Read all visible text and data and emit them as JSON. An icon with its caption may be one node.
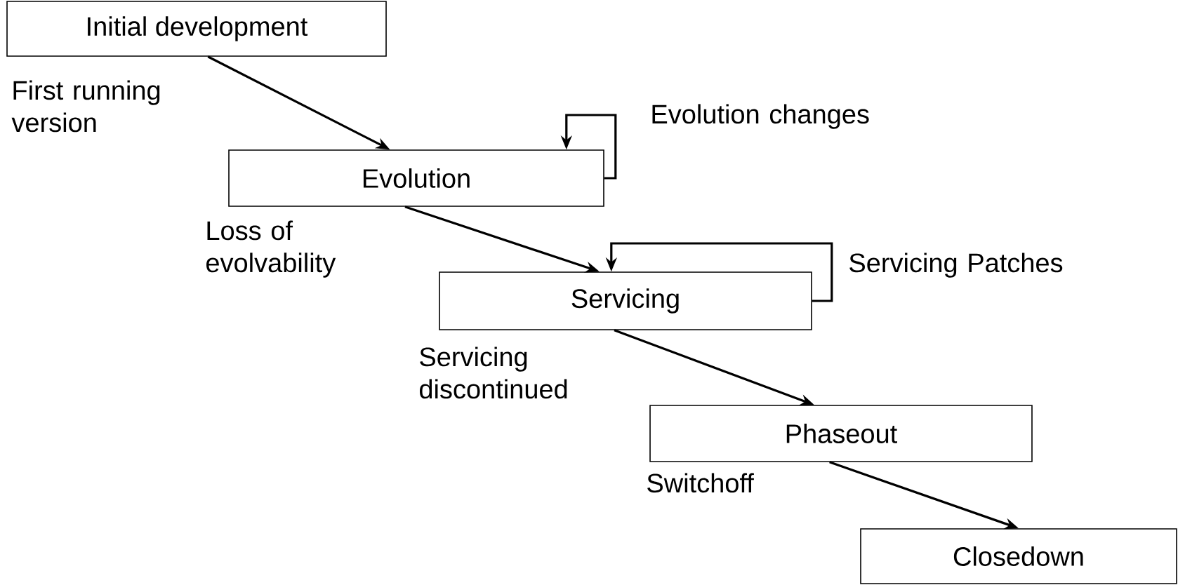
{
  "diagram": {
    "nodes": [
      {
        "text": [
          "Initial development"
        ]
      },
      {
        "text": [
          "Evolution"
        ]
      },
      {
        "text": [
          "Servicing"
        ]
      },
      {
        "text": [
          "Phaseout"
        ]
      },
      {
        "text": [
          "Closedown"
        ]
      }
    ],
    "edges": [
      {
        "from": 0,
        "to": 1,
        "arrow": "to",
        "label": "First running version"
      },
      {
        "from": 1,
        "to": 1,
        "arrow": "to",
        "label": "Evolution changes"
      },
      {
        "from": 1,
        "to": 2,
        "arrow": "to",
        "label": "Loss of evolvability"
      },
      {
        "from": 2,
        "to": 2,
        "arrow": "to",
        "label": "Servicing Patches"
      },
      {
        "from": 2,
        "to": 3,
        "arrow": "to",
        "label": "Servicing discontinued"
      },
      {
        "from": 3,
        "to": 4,
        "arrow": "to",
        "label": "Switchoff"
      }
    ]
  }
}
